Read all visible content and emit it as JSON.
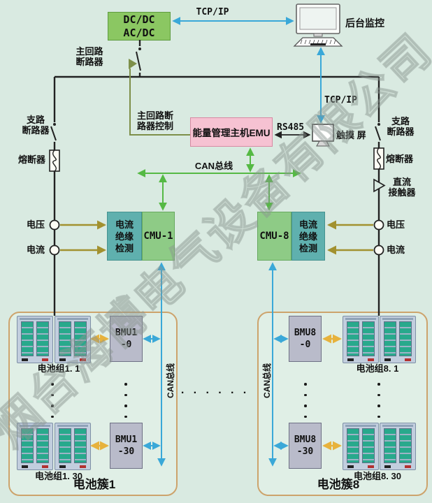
{
  "watermark": "烟台海博电气设备有限公司",
  "converter": {
    "line1": "DC/DC",
    "line2": "AC/DC"
  },
  "links": {
    "tcpip_top": "TCP/IP",
    "tcpip_mid": "TCP/IP",
    "rs485": "RS485",
    "can_bus": "CAN总线"
  },
  "backend_monitor_label": "后台监控",
  "touch_screen_label": "触摸 屏",
  "emu_label": "能量管理主机EMU",
  "main_breaker": {
    "line1": "主回路",
    "line2": "断路器"
  },
  "breaker_control": {
    "line1": "主回路断",
    "line2": "路器控制"
  },
  "left_branch": {
    "breaker_line1": "支路",
    "breaker_line2": "断路器",
    "fuse": "熔断器",
    "voltage": "电压",
    "current": "电流"
  },
  "right_branch": {
    "breaker_line1": "支路",
    "breaker_line2": "断路器",
    "fuse": "熔断器",
    "contactor_line1": "直流",
    "contactor_line2": "接触器",
    "voltage": "电压",
    "current": "电流"
  },
  "cmu_left": {
    "name": "CMU-1",
    "sensor_line1": "电流",
    "sensor_line2": "绝缘",
    "sensor_line3": "检测"
  },
  "cmu_right": {
    "name": "CMU-8",
    "sensor_line1": "电流",
    "sensor_line2": "绝缘",
    "sensor_line3": "检测"
  },
  "clusters": [
    {
      "name": "电池簇1",
      "can_label": "CAN总线",
      "rows": [
        {
          "pack": "电池组1. 1",
          "bmu_line1": "BMU1",
          "bmu_line2": "-0"
        },
        {
          "pack": "电池组1. 30",
          "bmu_line1": "BMU1",
          "bmu_line2": "-30"
        }
      ]
    },
    {
      "name": "电池簇8",
      "can_label": "CAN总线",
      "rows": [
        {
          "pack": "电池组8. 1",
          "bmu_line1": "BMU8",
          "bmu_line2": "-0"
        },
        {
          "pack": "电池组8. 30",
          "bmu_line1": "BMU8",
          "bmu_line2": "-30"
        }
      ]
    }
  ],
  "center_ellipsis": "· · · · · ·",
  "colors": {
    "background": "#d9eae1",
    "converter_green": "#8bc762",
    "emu_pink": "#f6c2d2",
    "cmu_green": "#8ecb86",
    "sensor_teal": "#5fb0ae",
    "bmu_gray": "#b9bbca",
    "cluster_border": "#cda36c",
    "can_green": "#55b944",
    "link_blue": "#3aa8d8",
    "sensor_arrow_olive": "#a2912f",
    "bmu_arrow_orange": "#e7b23c",
    "control_line_olive": "#7d8f49"
  }
}
